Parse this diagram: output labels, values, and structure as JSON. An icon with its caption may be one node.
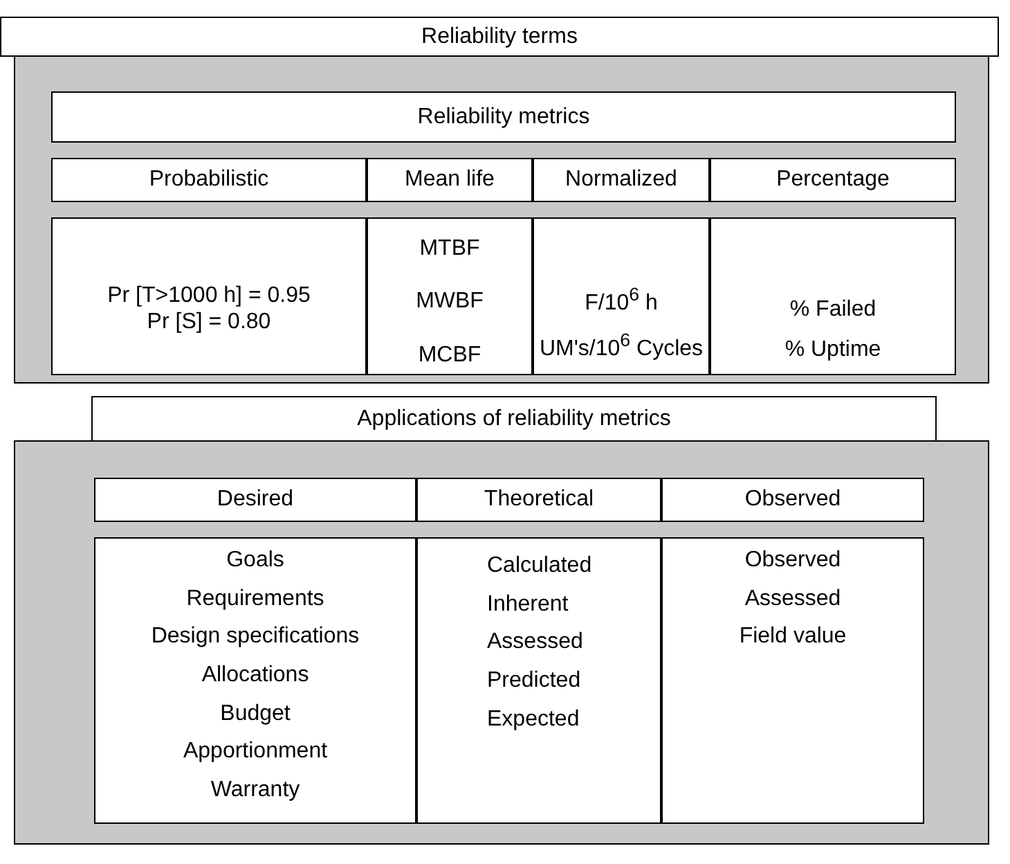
{
  "diagram": {
    "nodes": [
      {
        "text": [
          "Reliability terms"
        ]
      },
      {
        "text": [],
        "shape": "box"
      },
      {
        "text": [
          "Reliability metrics"
        ],
        "in": 1
      },
      {
        "text": [
          "Probabilistic"
        ],
        "in": 1
      },
      {
        "text": [
          "Mean life"
        ],
        "in": 1
      },
      {
        "text": [
          "Normalized"
        ],
        "in": 1
      },
      {
        "text": [
          "Percentage"
        ],
        "in": 1
      },
      {
        "text": [
          "Pr [T>1000 h] = 0.95",
          "Pr [S] = 0.80"
        ],
        "in": 1
      },
      {
        "text": [
          "MTBF",
          "MWBF",
          "MCBF"
        ],
        "in": 1
      },
      {
        "text": [
          "F/10$^{6}$ h",
          "UM's/10$^{6}$ Cycles"
        ],
        "in": 1
      },
      {
        "text": [
          "% Failed",
          "% Uptime"
        ],
        "in": 1
      },
      {
        "text": [
          "Applications of reliability metrics"
        ]
      },
      {
        "text": [],
        "shape": "box"
      },
      {
        "text": [
          "Desired"
        ],
        "in": 12
      },
      {
        "text": [
          "Theoretical"
        ],
        "in": 12
      },
      {
        "text": [
          "Observed"
        ],
        "in": 12
      },
      {
        "text": [
          "Goals",
          "Requirements",
          "Design specifications",
          "Allocations",
          "Budget",
          "Apportionment",
          "Warranty"
        ],
        "in": 12
      },
      {
        "text": [
          "Calculated",
          "Inherent",
          "Assessed",
          "Predicted",
          "Expected"
        ],
        "in": 12
      },
      {
        "text": [
          "Observed",
          "Assessed",
          "Field value"
        ],
        "in": 12
      }
    ],
    "edges": []
  }
}
